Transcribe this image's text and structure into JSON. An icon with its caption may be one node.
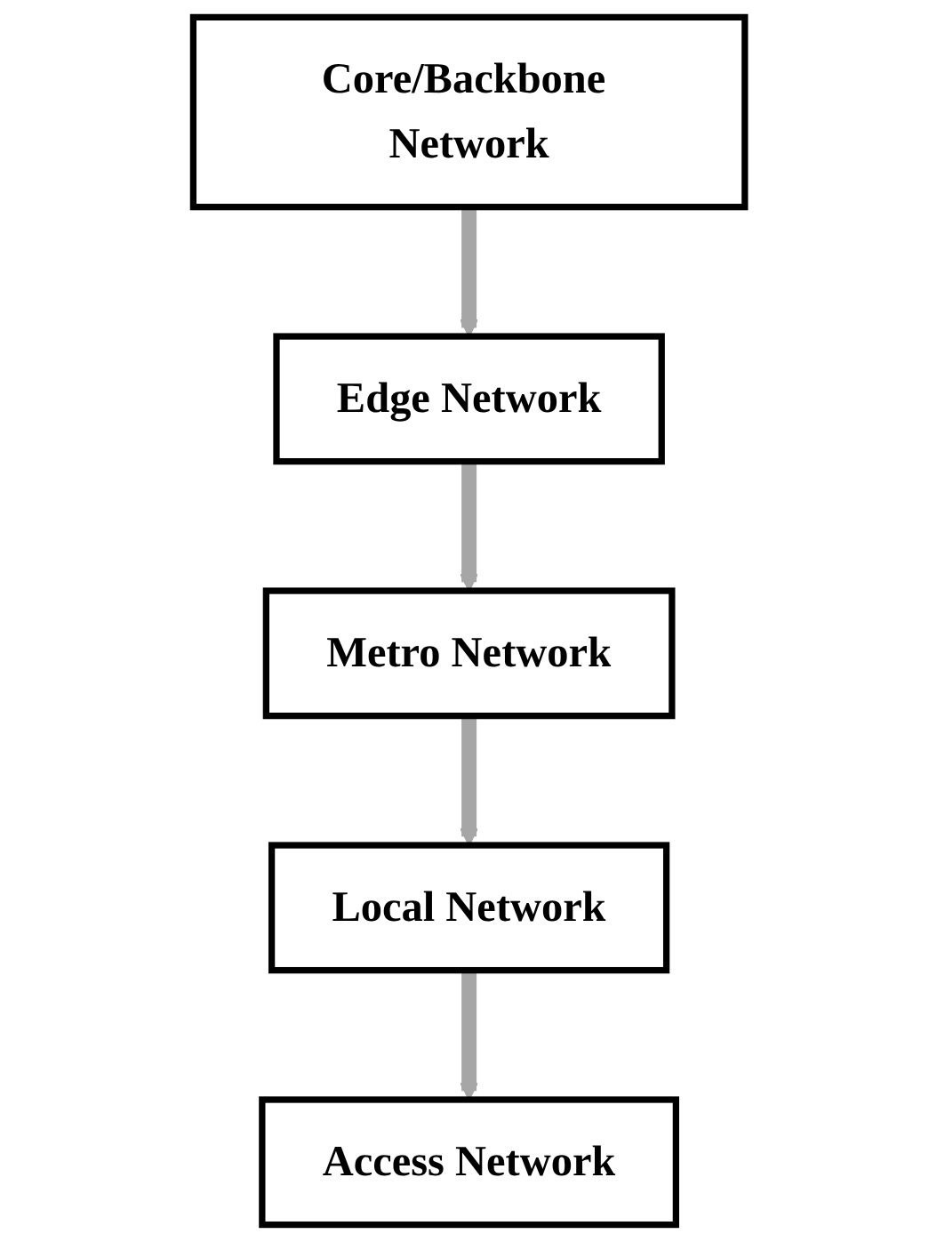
{
  "diagram": {
    "nodes": [
      {
        "text": [
          "Core/Backbone Network"
        ]
      },
      {
        "text": [
          "Edge Network"
        ]
      },
      {
        "text": [
          "Metro Network"
        ]
      },
      {
        "text": [
          "Local Network"
        ]
      },
      {
        "text": [
          "Access Network"
        ]
      }
    ],
    "edges": [
      {
        "from": 0,
        "to": 1,
        "arrow": "to"
      },
      {
        "from": 1,
        "to": 2,
        "arrow": "to"
      },
      {
        "from": 2,
        "to": 3,
        "arrow": "to"
      },
      {
        "from": 3,
        "to": 4,
        "arrow": "to"
      }
    ]
  }
}
